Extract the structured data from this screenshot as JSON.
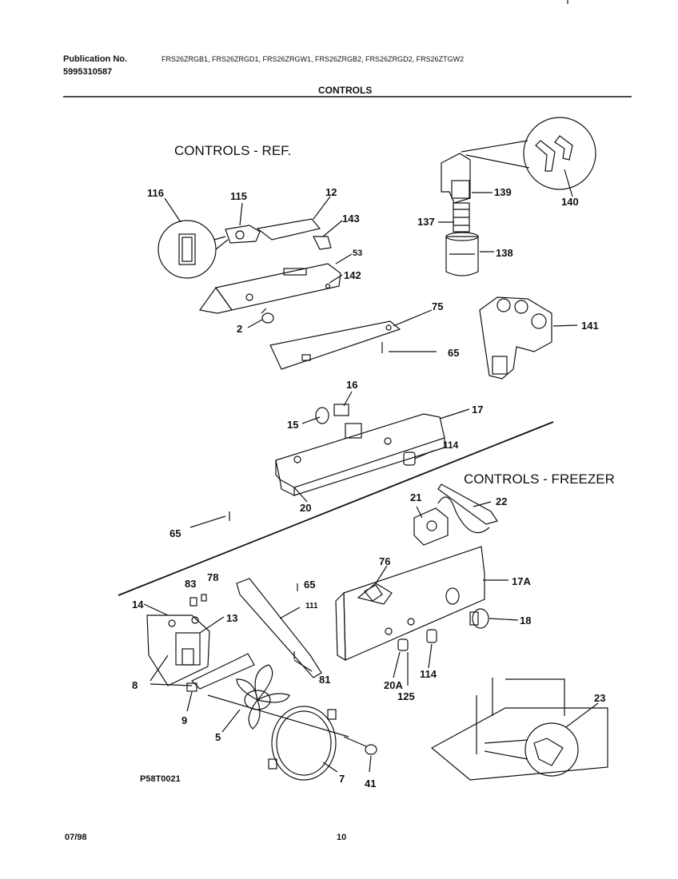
{
  "header": {
    "publication_label": "Publication No.",
    "publication_number": "5995310587",
    "models": "FRS26ZRGB1, FRS26ZRGD1, FRS26ZRGW1, FRS26ZRGB2, FRS26ZRGD2, FRS26ZTGW2",
    "page_title": "CONTROLS"
  },
  "sections": {
    "ref": "CONTROLS  -  REF.",
    "freezer": "CONTROLS  -  FREEZER"
  },
  "callouts": {
    "c116": "116",
    "c115": "115",
    "c12": "12",
    "c143": "143",
    "c53": "53",
    "c142": "142",
    "c2": "2",
    "c75": "75",
    "c65a": "65",
    "c139": "139",
    "c140": "140",
    "c137": "137",
    "c138": "138",
    "c141": "141",
    "c16": "16",
    "c15": "15",
    "c17": "17",
    "c114a": "114",
    "c20": "20",
    "c65b": "65",
    "c21": "21",
    "c22": "22",
    "c76": "76",
    "c17A": "17A",
    "c18": "18",
    "c83": "83",
    "c78": "78",
    "c65c": "65",
    "c111": "111",
    "c14": "14",
    "c13": "13",
    "c81": "81",
    "c8": "8",
    "c9": "9",
    "c5": "5",
    "c20A": "20A",
    "c114b": "114",
    "c125": "125",
    "c23": "23",
    "c7": "7",
    "c41": "41"
  },
  "drawing_code": "P58T0021",
  "footer": {
    "date": "07/98",
    "page_number": "10"
  }
}
